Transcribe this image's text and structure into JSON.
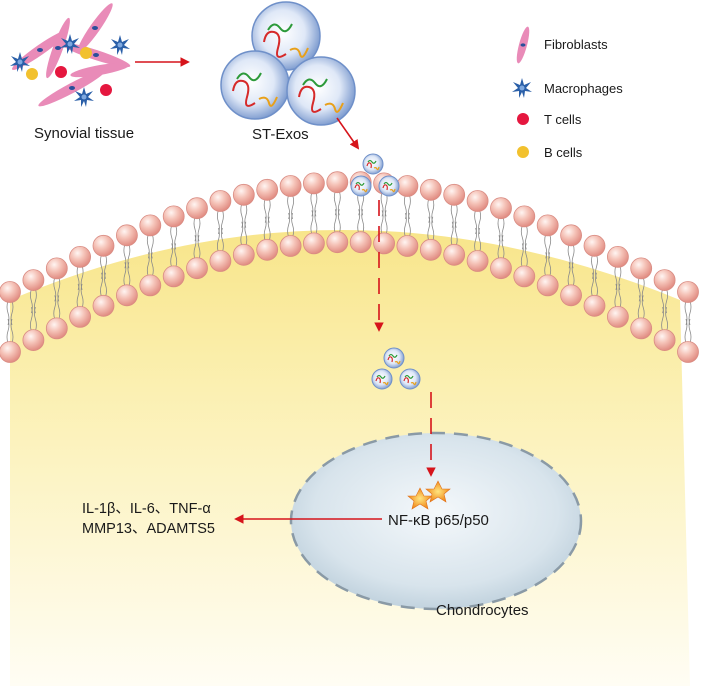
{
  "labels": {
    "synovial_tissue": "Synovial tissue",
    "st_exos": "ST-Exos",
    "chondrocytes": "Chondrocytes",
    "nfkb": "NF-κB p65/p50",
    "cytokines_line1": "IL-1β、IL-6、TNF-α",
    "cytokines_line2": "MMP13、ADAMTS5"
  },
  "legend": [
    {
      "label": "Fibroblasts",
      "icon": "fibroblast-icon",
      "color": "#e98bb8"
    },
    {
      "label": "Macrophages",
      "icon": "macrophage-icon",
      "color": "#2a5fa8"
    },
    {
      "label": "T cells",
      "icon": "t-cell-icon",
      "color": "#e5173f"
    },
    {
      "label": "B cells",
      "icon": "b-cell-icon",
      "color": "#f2c12e"
    }
  ],
  "colors": {
    "arrow": "#d6141b",
    "membrane_bead": "#f3b7ad",
    "cytoplasm": "#fcf2b8",
    "nucleus": "#cfdce6",
    "exosome": "#9fb8e0"
  }
}
